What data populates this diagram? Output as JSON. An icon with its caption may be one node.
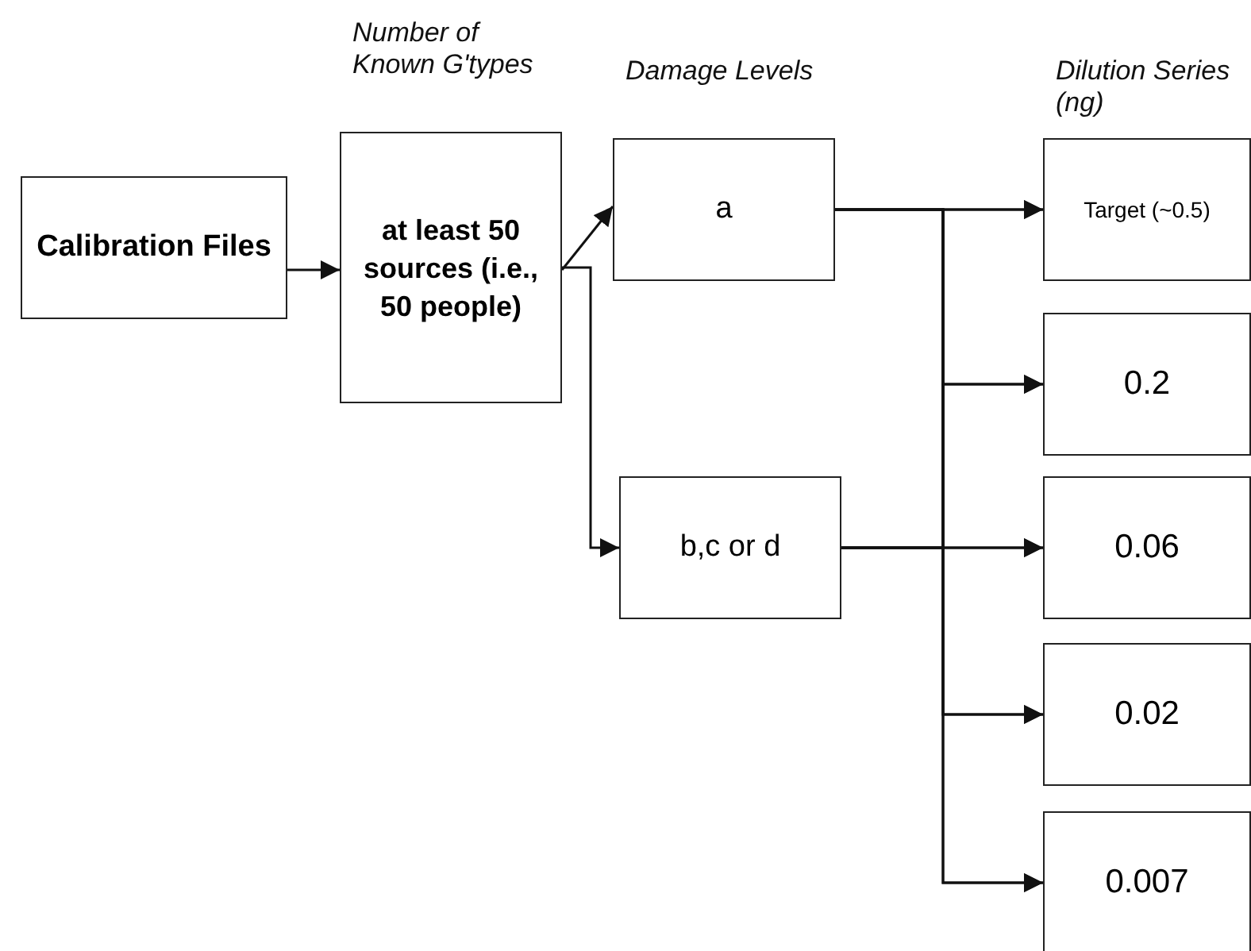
{
  "diagram": {
    "nodes": [
      {
        "text": [
          "Calibration Files"
        ]
      },
      {
        "text": [
          "Number of Known G'types",
          "at least 50 sources (i.e., 50 people)"
        ]
      },
      {
        "text": [
          "Damage Levels",
          "a"
        ]
      },
      {
        "text": [
          "b,c or d"
        ]
      },
      {
        "text": [
          "Dilution Series (ng)",
          "Target (~0.5)"
        ]
      },
      {
        "text": [
          "0.2"
        ]
      },
      {
        "text": [
          "0.06"
        ]
      },
      {
        "text": [
          "0.02"
        ]
      },
      {
        "text": [
          "0.007"
        ]
      }
    ],
    "edges": [
      {
        "from": 0,
        "to": 1,
        "arrow": "to"
      },
      {
        "from": 1,
        "to": 2,
        "arrow": "to"
      },
      {
        "from": 1,
        "to": 3,
        "arrow": "to"
      },
      {
        "from": 2,
        "to": 4,
        "arrow": "to"
      },
      {
        "from": 2,
        "to": 5,
        "arrow": "to"
      },
      {
        "from": 2,
        "to": 6,
        "arrow": "to"
      },
      {
        "from": 2,
        "to": 7,
        "arrow": "to"
      },
      {
        "from": 2,
        "to": 8,
        "arrow": "to"
      },
      {
        "from": 3,
        "to": 4,
        "arrow": "to"
      },
      {
        "from": 3,
        "to": 5,
        "arrow": "to"
      },
      {
        "from": 3,
        "to": 6,
        "arrow": "to"
      },
      {
        "from": 3,
        "to": 7,
        "arrow": "to"
      },
      {
        "from": 3,
        "to": 8,
        "arrow": "to"
      }
    ]
  }
}
